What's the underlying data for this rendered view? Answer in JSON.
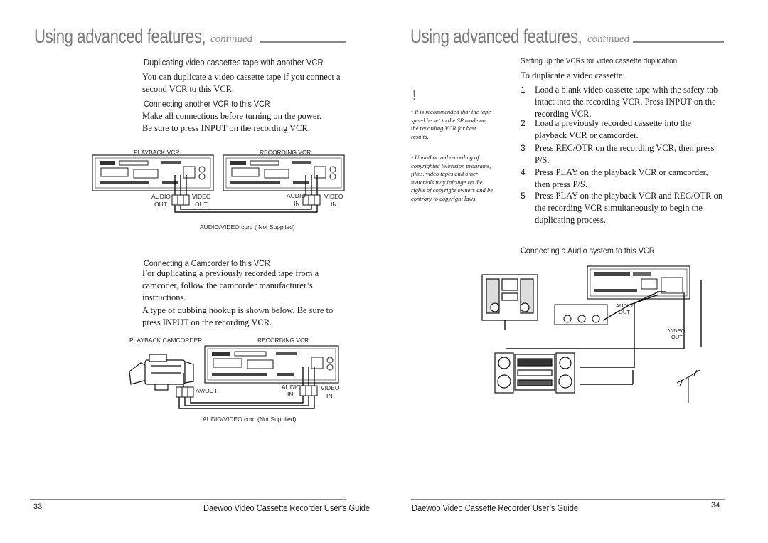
{
  "left": {
    "title": "Using advanced features,",
    "continued": "continued",
    "section_title": "Duplicating video cassettes tape with another VCR",
    "intro": "You can duplicate a video cassette tape if you connect a second VCR to this VCR.",
    "sub1": "Connecting another VCR to this VCR",
    "sub1_line1": "Make all connections before turning on the power.",
    "sub1_line2": "Be sure to press INPUT on the recording VCR.",
    "diag1": {
      "playback_label": "PLAYBACK VCR",
      "recording_label": "RECORDING VCR",
      "audio_out": "AUDIO",
      "audio_out2": "OUT",
      "video_out": "VIDEO",
      "video_out2": "OUT",
      "audio_in": "AUDIO",
      "audio_in2": "IN",
      "video_in": "VIDEO",
      "video_in2": "IN",
      "cord": "AUDIO/VIDEO cord ( Not Supplied)"
    },
    "sub2": "Connecting a Camcorder to this VCR",
    "sub2_line1": "For duplicating a previously recorded tape from a camcoder, follow the camcorder manufacturer’s instructions.",
    "sub2_line2": "A type of dubbing hookup is shown below. Be sure to press INPUT on the recording VCR.",
    "diag2": {
      "playback_label": "PLAYBACK CAMCORDER",
      "recording_label": "RECORDING VCR",
      "av_out": "AV/OUT",
      "audio_in": "AUDIO",
      "audio_in2": "IN",
      "video_in": "VIDEO",
      "video_in2": "IN",
      "cord": "AUDIO/VIDEO cord (Not Supplied)"
    },
    "page_number": "33",
    "footer": "Daewoo Video Cassette Recorder User’s Guide"
  },
  "right": {
    "title": "Using advanced features,",
    "continued": "continued",
    "section_title": "Setting up the VCRs for video cassette duplication",
    "to_duplicate": "To duplicate a video cassette:",
    "exclaim": "!",
    "note1": "• It is recommended that the tape speed be set to the SP mode on the recording VCR for best results.",
    "note2": "• Unauthorized recording of copyrighted television programs, films, video tapes and other materials may infringe on the rights of copyright owners and be contrary to copyright laws.",
    "steps": [
      {
        "n": "1",
        "text": "Load a blank video cassette tape with the safety tab intact into the recording VCR. Press INPUT on the recording VCR."
      },
      {
        "n": "2",
        "text": "Load a previously recorded cassette into the playback VCR or camcorder."
      },
      {
        "n": "3",
        "text": "Press REC/OTR on the recording VCR, then press P/S."
      },
      {
        "n": "4",
        "text": "Press PLAY on the playback VCR or camcorder, then press P/S."
      },
      {
        "n": "5",
        "text": "Press PLAY on the playback VCR and REC/OTR on the recording VCR simultaneously to begin the duplicating process."
      }
    ],
    "sub_audio": "Connecting a Audio system to this VCR",
    "diag3": {
      "audio": "AUDIO",
      "out": "OUT",
      "video": "VIDEO",
      "vout": "OUT"
    },
    "footer": "Daewoo Video Cassette Recorder User’s Guide",
    "page_number": "34"
  }
}
